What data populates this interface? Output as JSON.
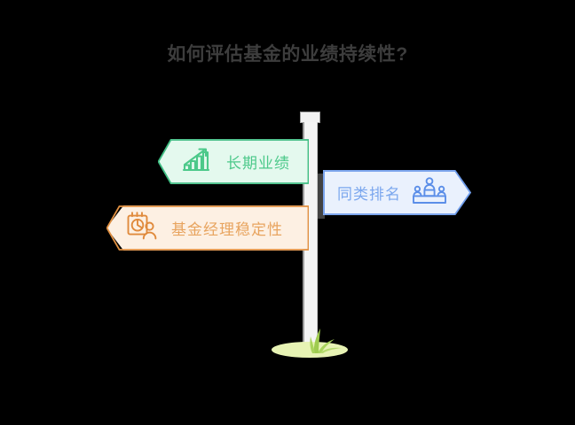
{
  "page": {
    "title": "如何评估基金的业绩持续性?",
    "background_color": "#000000",
    "title_color": "#3d3d3d"
  },
  "signpost": {
    "post_color": "#f4f4f4",
    "post_border_color": "#9c9c9c",
    "ground_color": "#e7f3b4",
    "grass_color": "#9ecb4f",
    "signs": [
      {
        "id": "long-term-performance",
        "label": "长期业绩",
        "direction": "left",
        "accent_color": "#4cc98a",
        "fill_color": "#e4f9ee",
        "icon": "bar-chart-growth-icon"
      },
      {
        "id": "peer-ranking",
        "label": "同类排名",
        "direction": "right",
        "accent_color": "#7ba7ee",
        "fill_color": "#eaf1fd",
        "icon": "podium-ranking-icon"
      },
      {
        "id": "fund-manager-stability",
        "label": "基金经理稳定性",
        "direction": "left",
        "accent_color": "#e8a45f",
        "fill_color": "#fdf0e3",
        "icon": "calendar-person-icon"
      }
    ]
  }
}
